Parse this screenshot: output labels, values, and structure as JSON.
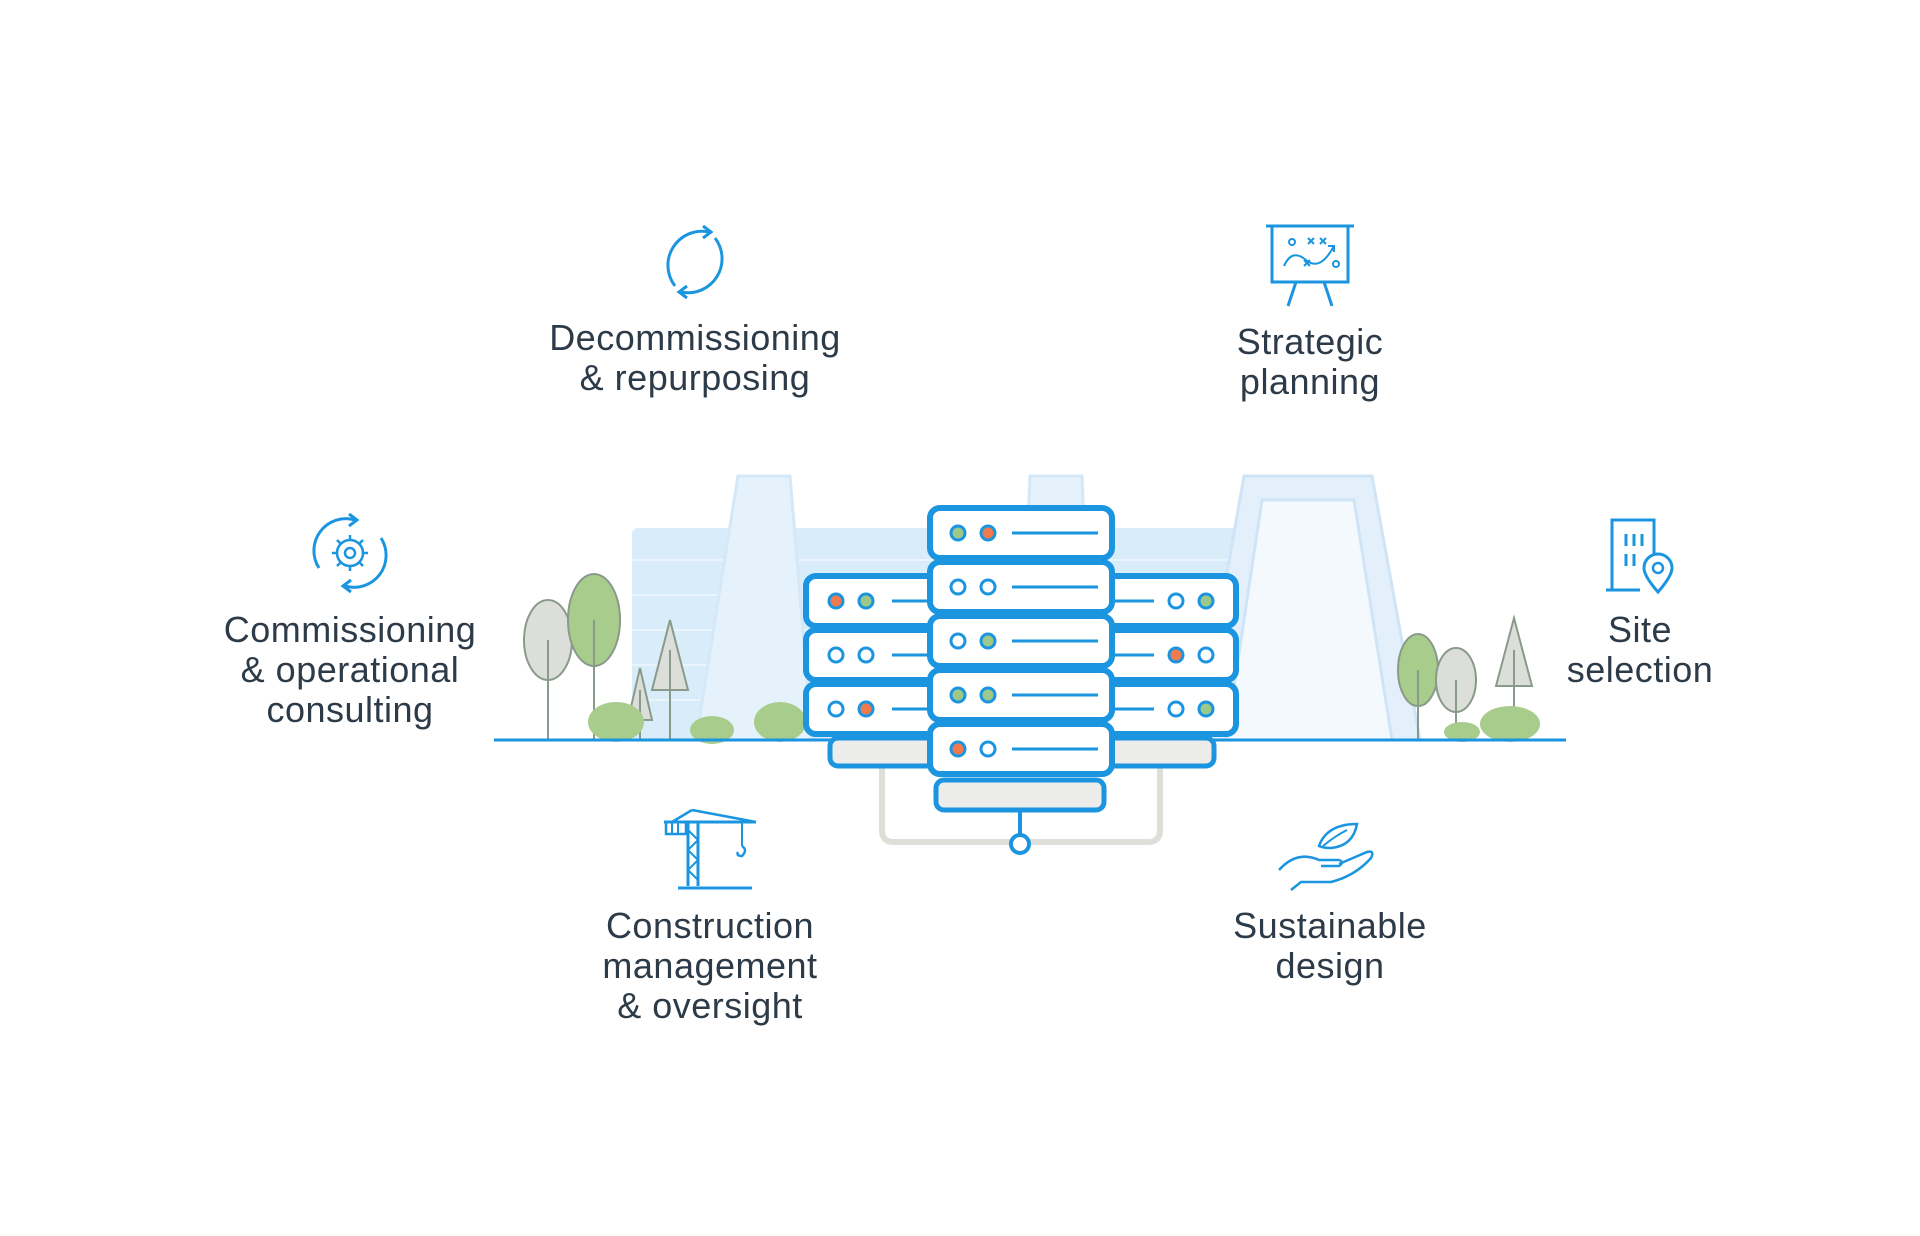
{
  "services": {
    "decommissioning": {
      "line1": "Decommissioning",
      "line2": "& repurposing",
      "icon": "refresh-cycle-icon"
    },
    "strategic": {
      "line1": "Strategic",
      "line2": "planning",
      "icon": "strategy-board-icon"
    },
    "commissioning": {
      "line1": "Commissioning",
      "line2": "& operational",
      "line3": "consulting",
      "icon": "gear-cycle-icon"
    },
    "site": {
      "line1": "Site",
      "line2": "selection",
      "icon": "building-location-icon"
    },
    "construction": {
      "line1": "Construction",
      "line2": "management",
      "line3": "& oversight",
      "icon": "crane-icon"
    },
    "sustainable": {
      "line1": "Sustainable",
      "line2": "design",
      "icon": "hand-leaf-icon"
    }
  },
  "colors": {
    "accent": "#1b95e0",
    "text": "#2d3b48",
    "building": "#cfe6f8",
    "tree_green": "#a8cc8c",
    "tree_gray": "#dcdfd9",
    "led_orange": "#f07b4f",
    "led_green": "#9cc98a"
  }
}
